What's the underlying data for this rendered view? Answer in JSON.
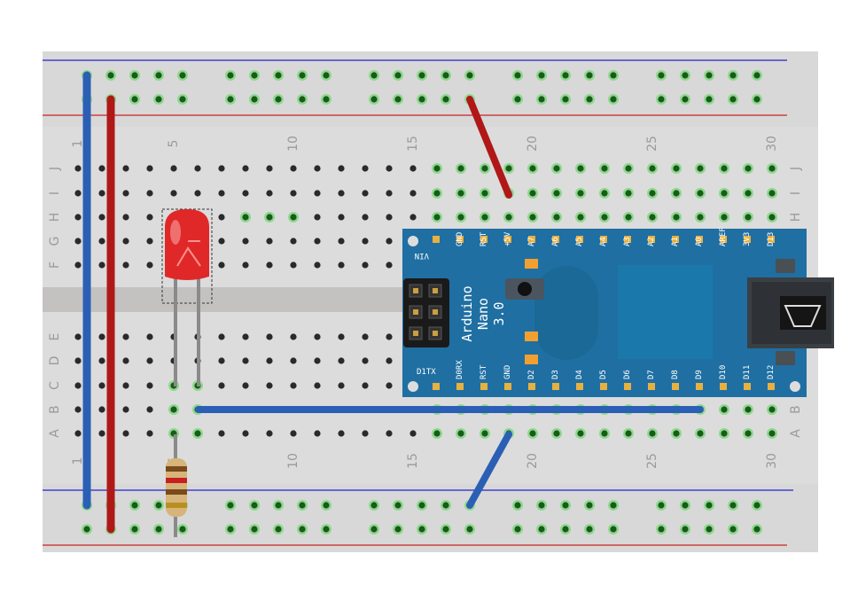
{
  "breadboard": {
    "row_letters_top": [
      "J",
      "I",
      "H",
      "G",
      "F"
    ],
    "row_letters_bottom": [
      "E",
      "D",
      "C",
      "B",
      "A"
    ],
    "column_numbers": [
      "1",
      "5",
      "10",
      "15",
      "20",
      "25",
      "30"
    ]
  },
  "arduino": {
    "board_name": "Arduino",
    "board_model": "Nano",
    "board_version": "3.0",
    "top_pins": [
      "VIN",
      "GND",
      "RST",
      "+5V",
      "A7",
      "A6",
      "A5",
      "A4",
      "A3",
      "A2",
      "A1",
      "A0",
      "AREF",
      "3V3",
      "D13"
    ],
    "bottom_pins": [
      "D1TX",
      "D0RX",
      "RST",
      "GND",
      "D2",
      "D3",
      "D4",
      "D5",
      "D6",
      "D7",
      "D8",
      "D9",
      "D10",
      "D11",
      "D12"
    ],
    "color": "#1f6fa3"
  },
  "components": {
    "led": {
      "color": "red"
    },
    "resistor": {
      "bands": [
        "brown",
        "red",
        "brown",
        "gold"
      ]
    }
  },
  "wires": [
    {
      "name": "blue-rail-jumper",
      "color": "#2b5fb5"
    },
    {
      "name": "red-rail-jumper",
      "color": "#b01818"
    },
    {
      "name": "red-5v-jumper",
      "color": "#b01818"
    },
    {
      "name": "blue-gnd-jumper",
      "color": "#2b5fb5"
    },
    {
      "name": "blue-d2-jumper",
      "color": "#2b5fb5"
    }
  ]
}
